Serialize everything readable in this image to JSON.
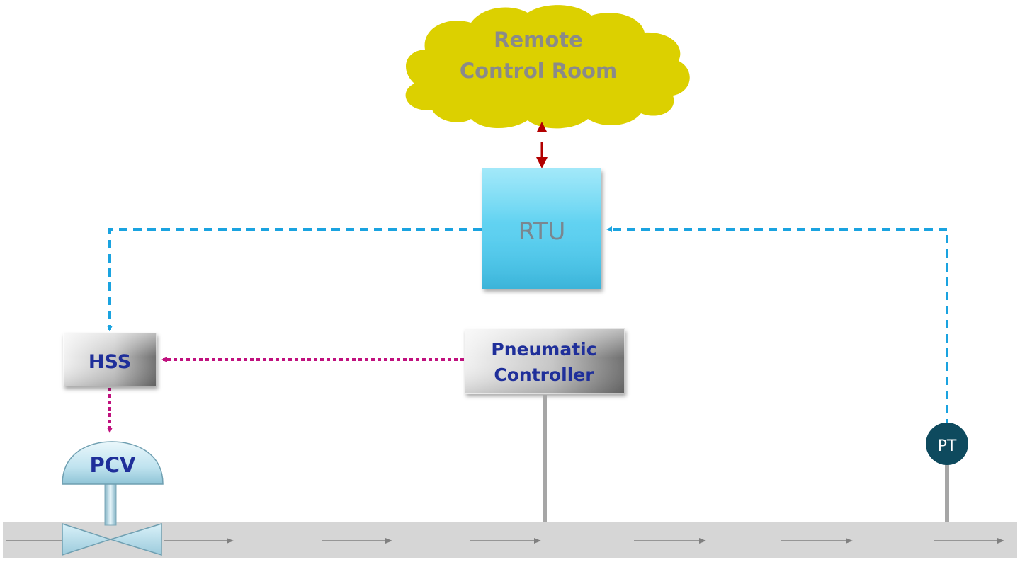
{
  "cloud": {
    "line1": "Remote",
    "line2": "Control Room"
  },
  "rtu": {
    "label": "RTU"
  },
  "hss": {
    "label": "HSS"
  },
  "pneumatic_controller": {
    "line1": "Pneumatic",
    "line2": "Controller"
  },
  "pcv": {
    "label": "PCV"
  },
  "pt": {
    "label": "PT"
  },
  "colors": {
    "cloud": "#dcd000",
    "cloud_text": "#8a8a8a",
    "rtu_fill": "#55cfef",
    "rtu_text": "#7a8790",
    "box_text": "#1f2f9a",
    "pt_fill": "#0e4a5e",
    "signal_blue": "#1aa3e0",
    "signal_magenta": "#c0117e",
    "link_red": "#b20000",
    "pipe": "#d6d6d6",
    "flow_arrow": "#808080"
  }
}
